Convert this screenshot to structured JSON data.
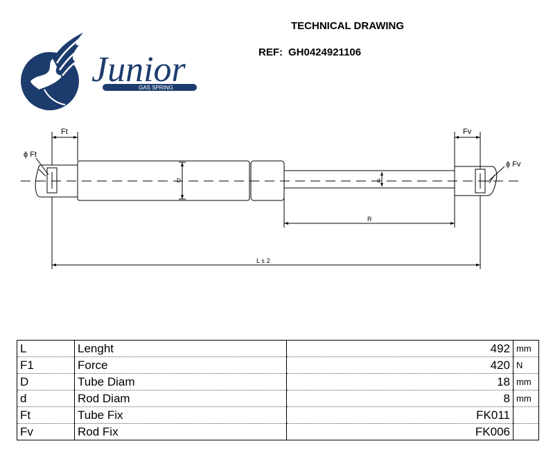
{
  "header": {
    "title": "TECHNICAL DRAWING",
    "ref_label": "REF:",
    "ref_value": "GH0424921106"
  },
  "logo": {
    "brand": "Junior",
    "tagline": "GAS SPRING",
    "colors": {
      "primary": "#1d3c6e"
    }
  },
  "drawing": {
    "labels": {
      "ft": "Ft",
      "fv": "Fv",
      "phi_ft": "ϕ Ft",
      "phi_fv": "ϕ Fv",
      "D": "D",
      "d": "d",
      "R": "R",
      "L": "L ± 2"
    }
  },
  "specs": {
    "rows": [
      {
        "symbol": "L",
        "name": "Lenght",
        "value": "492",
        "unit": "mm"
      },
      {
        "symbol": "F1",
        "name": "Force",
        "value": "420",
        "unit": "N"
      },
      {
        "symbol": "D",
        "name": "Tube Diam",
        "value": "18",
        "unit": "mm"
      },
      {
        "symbol": "d",
        "name": "Rod Diam",
        "value": "8",
        "unit": "mm"
      },
      {
        "symbol": "Ft",
        "name": "Tube Fix",
        "value": "FK011",
        "unit": ""
      },
      {
        "symbol": "Fv",
        "name": "Rod Fix",
        "value": "FK006",
        "unit": ""
      }
    ]
  }
}
